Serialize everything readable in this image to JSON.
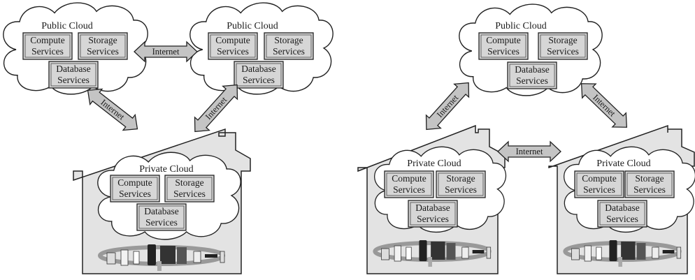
{
  "labels": {
    "public_cloud": "Public Cloud",
    "private_cloud": "Private Cloud",
    "internet": "Internet",
    "compute_l1": "Compute",
    "storage_l1": "Storage",
    "database_l1": "Database",
    "services": "Services"
  },
  "colors": {
    "cloud_fill": "#ffffff",
    "box_fill": "#d6d6d6",
    "house_fill": "#e3e3e3",
    "arrow_fill": "#c4c4c4",
    "stroke": "#222222"
  }
}
